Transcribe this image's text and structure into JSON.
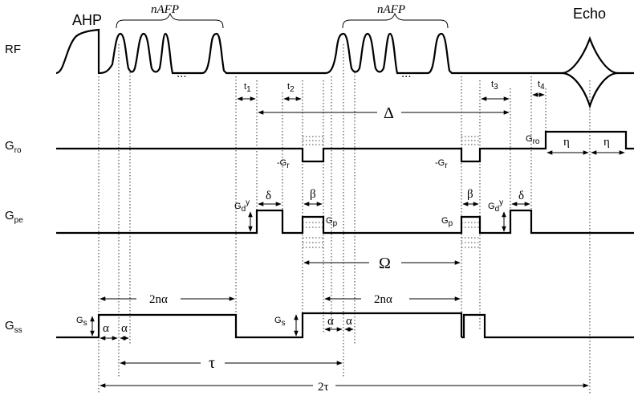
{
  "rows": {
    "rf": "RF",
    "gro": "G",
    "gro_sub": "ro",
    "gpe": "G",
    "gpe_sub": "pe",
    "gss": "G",
    "gss_sub": "ss"
  },
  "rf_labels": {
    "ahp": "AHP",
    "nafp": "nAFP",
    "echo": "Echo",
    "ellipsis": "..."
  },
  "timing": {
    "t1": "t",
    "t1_sub": "1",
    "t2": "t",
    "t2_sub": "2",
    "t3": "t",
    "t3_sub": "3",
    "t4": "t",
    "t4_sub": "4",
    "delta_big": "Δ",
    "omega": "Ω",
    "tau": "τ",
    "two_tau": "2τ",
    "two_n_alpha": "2nα",
    "alpha": "α",
    "beta": "β",
    "delta_small": "δ",
    "eta": "η"
  },
  "gradient_labels": {
    "neg_gr": "-G",
    "neg_gr_sub": "r",
    "gro_amp": "G",
    "gro_amp_sub": "ro",
    "gp": "G",
    "gp_sub": "p",
    "gd": "G",
    "gd_sub": "d",
    "gd_sup": "y",
    "gs": "G",
    "gs_sub": "s"
  }
}
